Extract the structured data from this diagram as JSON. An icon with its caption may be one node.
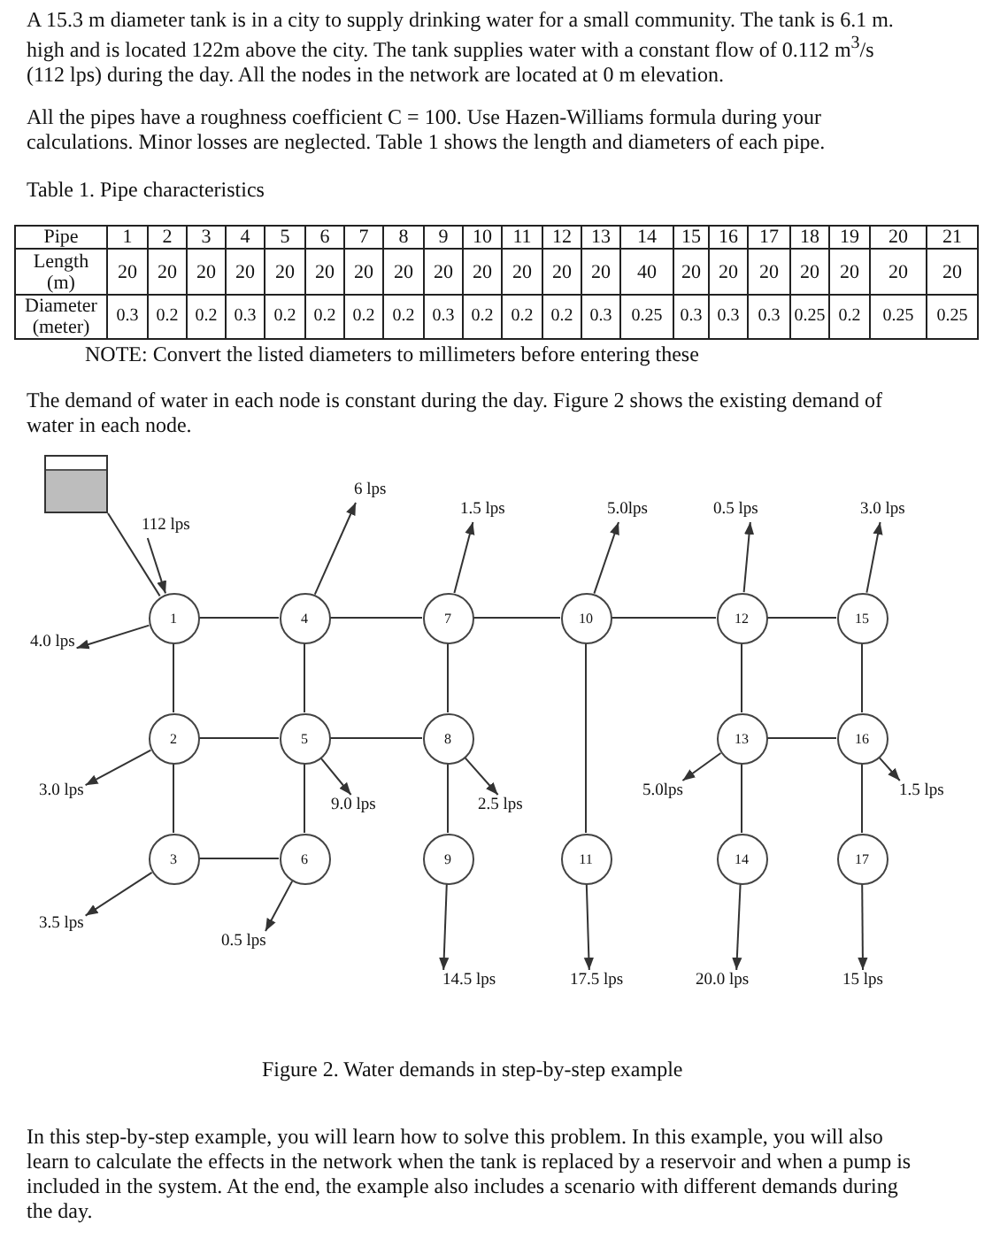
{
  "diagram": {
    "caption": "Figure 2. Water demands in step-by-step example",
    "nodes": [
      {
        "text": [],
        "shape": "box"
      },
      {
        "text": [
          "6 lps"
        ]
      },
      {
        "text": [
          "1.5 lps"
        ]
      },
      {
        "text": [
          "5.0lps"
        ]
      },
      {
        "text": [
          "0.5 lps"
        ]
      },
      {
        "text": [
          "3.0 lps"
        ]
      },
      {
        "text": [
          "112 lps"
        ]
      },
      {
        "text": [
          "1"
        ]
      },
      {
        "text": [
          "4"
        ]
      },
      {
        "text": [
          "7"
        ]
      },
      {
        "text": [
          "10"
        ]
      },
      {
        "text": [
          "12"
        ]
      },
      {
        "text": [
          "15"
        ]
      },
      {
        "text": [
          "4.0 lps"
        ]
      },
      {
        "text": [
          "2"
        ]
      },
      {
        "text": [
          "5"
        ]
      },
      {
        "text": [
          "8"
        ]
      },
      {
        "text": [
          "13"
        ]
      },
      {
        "text": [
          "16"
        ]
      },
      {
        "text": [
          "3.0 lps"
        ]
      },
      {
        "text": [
          "5.0lps"
        ]
      },
      {
        "text": [
          "1.5 lps"
        ]
      },
      {
        "text": [
          "9.0 lps"
        ]
      },
      {
        "text": [
          "2.5 lps"
        ]
      },
      {
        "text": [
          "3"
        ]
      },
      {
        "text": [
          "6"
        ]
      },
      {
        "text": [
          "9"
        ]
      },
      {
        "text": [
          "11"
        ]
      },
      {
        "text": [
          "14"
        ]
      },
      {
        "text": [
          "17"
        ]
      },
      {
        "text": [
          "3.5 lps"
        ]
      },
      {
        "text": [
          "0.5 lps"
        ]
      },
      {
        "text": [
          "14.5 lps"
        ]
      },
      {
        "text": [
          "17.5 lps"
        ]
      },
      {
        "text": [
          "20.0 lps"
        ]
      },
      {
        "text": [
          "15 lps"
        ]
      }
    ],
    "edges": [
      {
        "from": 0,
        "to": 7,
        "arrow": "none"
      },
      {
        "from": 7,
        "to": 8,
        "arrow": "none"
      },
      {
        "from": 8,
        "to": 9,
        "arrow": "none"
      },
      {
        "from": 9,
        "to": 10,
        "arrow": "none"
      },
      {
        "from": 10,
        "to": 11,
        "arrow": "none"
      },
      {
        "from": 11,
        "to": 12,
        "arrow": "none"
      },
      {
        "from": 7,
        "to": 14,
        "arrow": "none"
      },
      {
        "from": 8,
        "to": 15,
        "arrow": "none"
      },
      {
        "from": 9,
        "to": 16,
        "arrow": "none"
      },
      {
        "from": 10,
        "to": 27,
        "arrow": "none"
      },
      {
        "from": 11,
        "to": 17,
        "arrow": "none"
      },
      {
        "from": 12,
        "to": 18,
        "arrow": "none"
      },
      {
        "from": 14,
        "to": 15,
        "arrow": "none"
      },
      {
        "from": 15,
        "to": 16,
        "arrow": "none"
      },
      {
        "from": 17,
        "to": 18,
        "arrow": "none"
      },
      {
        "from": 14,
        "to": 24,
        "arrow": "none"
      },
      {
        "from": 15,
        "to": 25,
        "arrow": "none"
      },
      {
        "from": 16,
        "to": 26,
        "arrow": "none"
      },
      {
        "from": 17,
        "to": 28,
        "arrow": "none"
      },
      {
        "from": 18,
        "to": 29,
        "arrow": "none"
      },
      {
        "from": 24,
        "to": 25,
        "arrow": "none"
      },
      {
        "from": 6,
        "to": 7,
        "arrow": "to"
      },
      {
        "from": 7,
        "to": 13,
        "arrow": "to"
      },
      {
        "from": 8,
        "to": 1,
        "arrow": "to"
      },
      {
        "from": 9,
        "to": 2,
        "arrow": "to"
      },
      {
        "from": 10,
        "to": 3,
        "arrow": "to"
      },
      {
        "from": 11,
        "to": 4,
        "arrow": "to"
      },
      {
        "from": 12,
        "to": 5,
        "arrow": "to"
      },
      {
        "from": 14,
        "to": 19,
        "arrow": "to"
      },
      {
        "from": 15,
        "to": 22,
        "arrow": "to"
      },
      {
        "from": 16,
        "to": 23,
        "arrow": "to"
      },
      {
        "from": 17,
        "to": 20,
        "arrow": "to"
      },
      {
        "from": 18,
        "to": 21,
        "arrow": "to"
      },
      {
        "from": 24,
        "to": 30,
        "arrow": "to"
      },
      {
        "from": 25,
        "to": 31,
        "arrow": "to"
      },
      {
        "from": 26,
        "to": 32,
        "arrow": "to"
      },
      {
        "from": 27,
        "to": 33,
        "arrow": "to"
      },
      {
        "from": 28,
        "to": 34,
        "arrow": "to"
      },
      {
        "from": 29,
        "to": 35,
        "arrow": "to"
      }
    ],
    "labels": [
      "A 15.3 m diameter tank is in a city to supply drinking water for a small community. The tank is 6.1 m. high and is located 122m above the city. The tank supplies water with a constant flow of 0.112 m$^{3}$/s (112 lps) during the day. All the nodes in the network are located at 0 m elevation.",
      "All the pipes have a roughness coefficient C = 100. Use Hazen-Williams formula during your calculations. Minor losses are neglected. Table 1 shows the length and diameters of each pipe.",
      "Table 1. Pipe characteristics",
      "Pipe",
      "1",
      "2",
      "3",
      "4",
      "5",
      "6",
      "7",
      "8",
      "9",
      "10",
      "11",
      "12",
      "13",
      "14",
      "15",
      "16",
      "17",
      "18",
      "19",
      "20",
      "21",
      "Length (m)",
      "20",
      "20",
      "20",
      "20",
      "20",
      "20",
      "20",
      "20",
      "20",
      "20",
      "20",
      "20",
      "20",
      "40",
      "20",
      "20",
      "20",
      "20",
      "20",
      "20",
      "20",
      "Diameter (meter)",
      "0.3",
      "0.2",
      "0.2",
      "0.3",
      "0.2",
      "0.2",
      "0.2",
      "0.2",
      "0.3",
      "0.2",
      "0.2",
      "0.2",
      "0.3",
      "0.25",
      "0.3",
      "0.3",
      "0.3",
      "0.25",
      "0.2",
      "0.25",
      "0.25",
      "NOTE: Convert the listed diameters to millimeters before entering these",
      "The demand of water in each node is constant during the day. Figure 2 shows the existing demand of water in each node.",
      "In this step-by-step example, you will learn how to solve this problem. In this example, you will also learn to calculate the effects in the network when the tank is replaced by a reservoir and when a pump is included in the system. At the end, the example also includes a scenario with different demands during the day."
    ]
  }
}
